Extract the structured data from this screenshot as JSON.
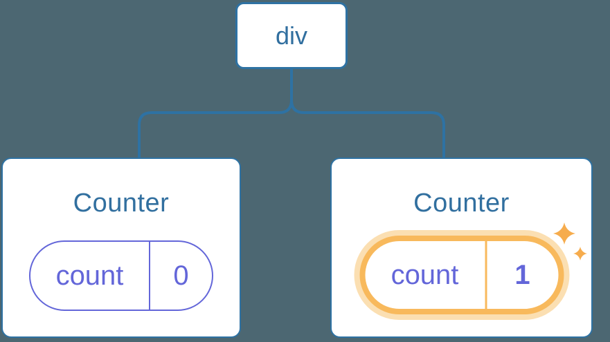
{
  "colors": {
    "background": "#4C6772",
    "line_blue": "#2E72A3",
    "text_blue": "#316F9F",
    "card_border": "#2E72A3",
    "purple": "#6366D9",
    "orange": "#F8B95C",
    "orange_glow": "#FBDFB2",
    "sparkle_orange": "#F6AC4D",
    "card_background": "#FFFFFF"
  },
  "icons": {
    "sparkles": "✦"
  },
  "tree": {
    "root": {
      "label": "div"
    },
    "children": [
      {
        "title": "Counter",
        "state": {
          "name": "count",
          "value": "0"
        },
        "highlighted": false
      },
      {
        "title": "Counter",
        "state": {
          "name": "count",
          "value": "1"
        },
        "highlighted": true
      }
    ]
  }
}
